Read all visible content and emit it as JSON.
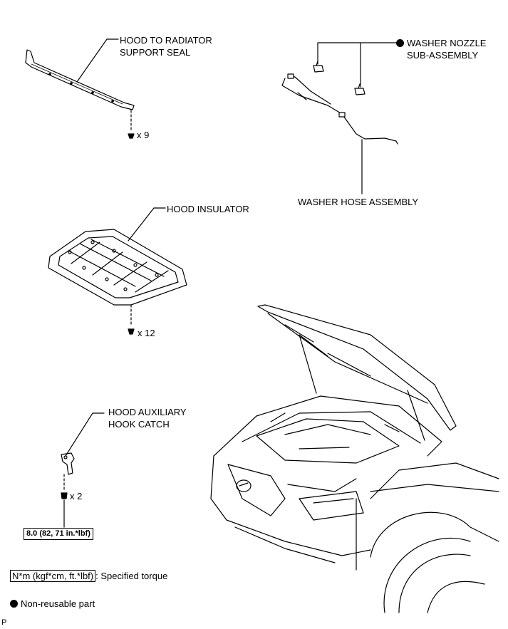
{
  "labels": {
    "hood_to_radiator_support_seal": "HOOD TO RADIATOR\nSUPPORT SEAL",
    "washer_nozzle_sub_assembly": "WASHER NOZZLE\nSUB-ASSEMBLY",
    "washer_hose_assembly": "WASHER HOSE ASSEMBLY",
    "hood_insulator": "HOOD INSULATOR",
    "hood_auxiliary_hook_catch": "HOOD AUXILIARY\nHOOK CATCH"
  },
  "fastener_counts": {
    "seal_clips": "x 9",
    "insulator_clips": "x 12",
    "hook_bolts": "x 2"
  },
  "torque_value": "8.0 (82, 71 in.*lbf)",
  "legend": {
    "torque_unit": "N*m (kgf*cm, ft.*lbf)",
    "torque_text": ": Specified torque",
    "non_reusable_text": "Non-reusable part"
  },
  "corner_mark": "P"
}
